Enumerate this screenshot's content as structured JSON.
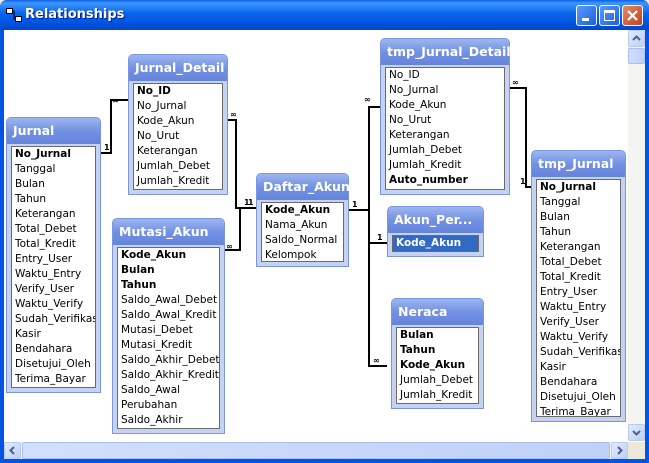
{
  "window": {
    "title": "Relationships"
  },
  "tables": {
    "jurnal": {
      "name": "Jurnal",
      "fields": [
        {
          "name": "No_Jurnal",
          "pk": true
        },
        {
          "name": "Tanggal"
        },
        {
          "name": "Bulan"
        },
        {
          "name": "Tahun"
        },
        {
          "name": "Keterangan"
        },
        {
          "name": "Total_Debet"
        },
        {
          "name": "Total_Kredit"
        },
        {
          "name": "Entry_User"
        },
        {
          "name": "Waktu_Entry"
        },
        {
          "name": "Verify_User"
        },
        {
          "name": "Waktu_Verify"
        },
        {
          "name": "Sudah_Verifikasi"
        },
        {
          "name": "Kasir"
        },
        {
          "name": "Bendahara"
        },
        {
          "name": "Disetujui_Oleh"
        },
        {
          "name": "Terima_Bayar"
        }
      ]
    },
    "jurnal_detail": {
      "name": "Jurnal_Detail",
      "fields": [
        {
          "name": "No_ID",
          "pk": true
        },
        {
          "name": "No_Jurnal"
        },
        {
          "name": "Kode_Akun"
        },
        {
          "name": "No_Urut"
        },
        {
          "name": "Keterangan"
        },
        {
          "name": "Jumlah_Debet"
        },
        {
          "name": "Jumlah_Kredit"
        }
      ]
    },
    "mutasi_akun": {
      "name": "Mutasi_Akun",
      "fields": [
        {
          "name": "Kode_Akun",
          "pk": true
        },
        {
          "name": "Bulan",
          "pk": true
        },
        {
          "name": "Tahun",
          "pk": true
        },
        {
          "name": "Saldo_Awal_Debet"
        },
        {
          "name": "Saldo_Awal_Kredit"
        },
        {
          "name": "Mutasi_Debet"
        },
        {
          "name": "Mutasi_Kredit"
        },
        {
          "name": "Saldo_Akhir_Debet"
        },
        {
          "name": "Saldo_Akhir_Kredit"
        },
        {
          "name": "Saldo_Awal"
        },
        {
          "name": "Perubahan"
        },
        {
          "name": "Saldo_Akhir"
        }
      ]
    },
    "daftar_akun": {
      "name": "Daftar_Akun",
      "fields": [
        {
          "name": "Kode_Akun",
          "pk": true
        },
        {
          "name": "Nama_Akun"
        },
        {
          "name": "Saldo_Normal"
        },
        {
          "name": "Kelompok"
        }
      ]
    },
    "tmp_jurnal_detail": {
      "name": "tmp_Jurnal_Detail",
      "fields": [
        {
          "name": "No_ID"
        },
        {
          "name": "No_Jurnal"
        },
        {
          "name": "Kode_Akun"
        },
        {
          "name": "No_Urut"
        },
        {
          "name": "Keterangan"
        },
        {
          "name": "Jumlah_Debet"
        },
        {
          "name": "Jumlah_Kredit"
        },
        {
          "name": "Auto_number",
          "pk": true
        }
      ]
    },
    "akun_per": {
      "name": "Akun_Per...",
      "fields": [
        {
          "name": "Kode_Akun",
          "pk": true,
          "selected": true
        }
      ]
    },
    "neraca": {
      "name": "Neraca",
      "fields": [
        {
          "name": "Bulan",
          "pk": true
        },
        {
          "name": "Tahun",
          "pk": true
        },
        {
          "name": "Kode_Akun",
          "pk": true
        },
        {
          "name": "Jumlah_Debet"
        },
        {
          "name": "Jumlah_Kredit"
        }
      ]
    },
    "tmp_jurnal": {
      "name": "tmp_Jurnal",
      "fields": [
        {
          "name": "No_Jurnal",
          "pk": true
        },
        {
          "name": "Tanggal"
        },
        {
          "name": "Bulan"
        },
        {
          "name": "Tahun"
        },
        {
          "name": "Keterangan"
        },
        {
          "name": "Total_Debet"
        },
        {
          "name": "Total_Kredit"
        },
        {
          "name": "Entry_User"
        },
        {
          "name": "Waktu_Entry"
        },
        {
          "name": "Verify_User"
        },
        {
          "name": "Waktu_Verify"
        },
        {
          "name": "Sudah_Verifikasi"
        },
        {
          "name": "Kasir"
        },
        {
          "name": "Bendahara"
        },
        {
          "name": "Disetujui_Oleh"
        },
        {
          "name": "Terima_Bayar"
        }
      ]
    }
  },
  "cardinality": {
    "one": "1",
    "many": "∞"
  },
  "colors": {
    "title_bar": "#0054E3",
    "table_header": "#7391E3",
    "selection": "#316AC5"
  }
}
